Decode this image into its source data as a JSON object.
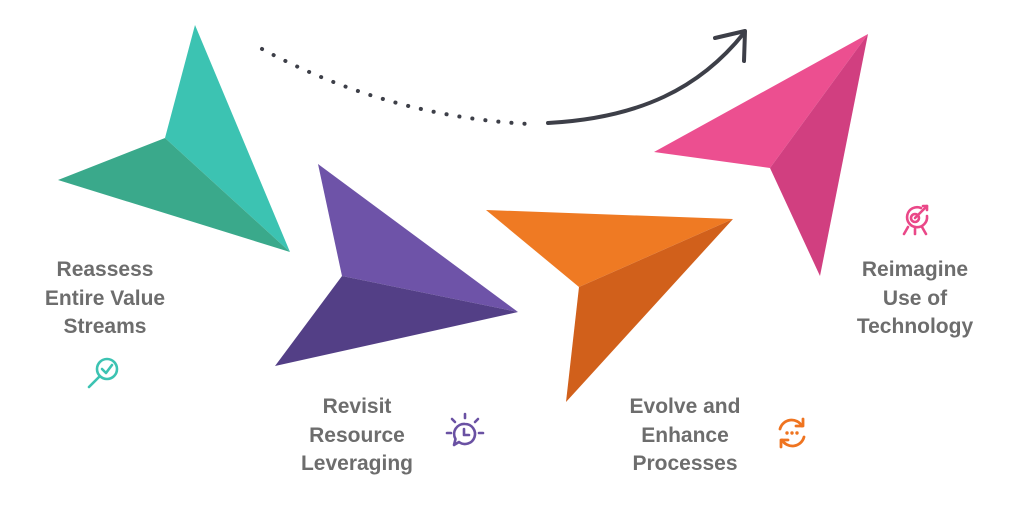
{
  "steps": [
    {
      "lines": [
        "Reassess",
        "Entire Value",
        "Streams"
      ],
      "color": "#3cc3b2",
      "icon": "search-check-icon"
    },
    {
      "lines": [
        "Revisit",
        "Resource",
        "Leveraging"
      ],
      "color": "#6a51a3",
      "icon": "idea-bulb-icon"
    },
    {
      "lines": [
        "Evolve and",
        "Enhance",
        "Processes"
      ],
      "color": "#ef7420",
      "icon": "refresh-cycle-icon"
    },
    {
      "lines": [
        "Reimagine",
        "Use of",
        "Technology"
      ],
      "color": "#ea4888",
      "icon": "target-icon"
    }
  ],
  "connector": {
    "style": "dotted-to-solid-arrow",
    "color": "#3d3f48"
  },
  "text_color": "#6d6d6d"
}
